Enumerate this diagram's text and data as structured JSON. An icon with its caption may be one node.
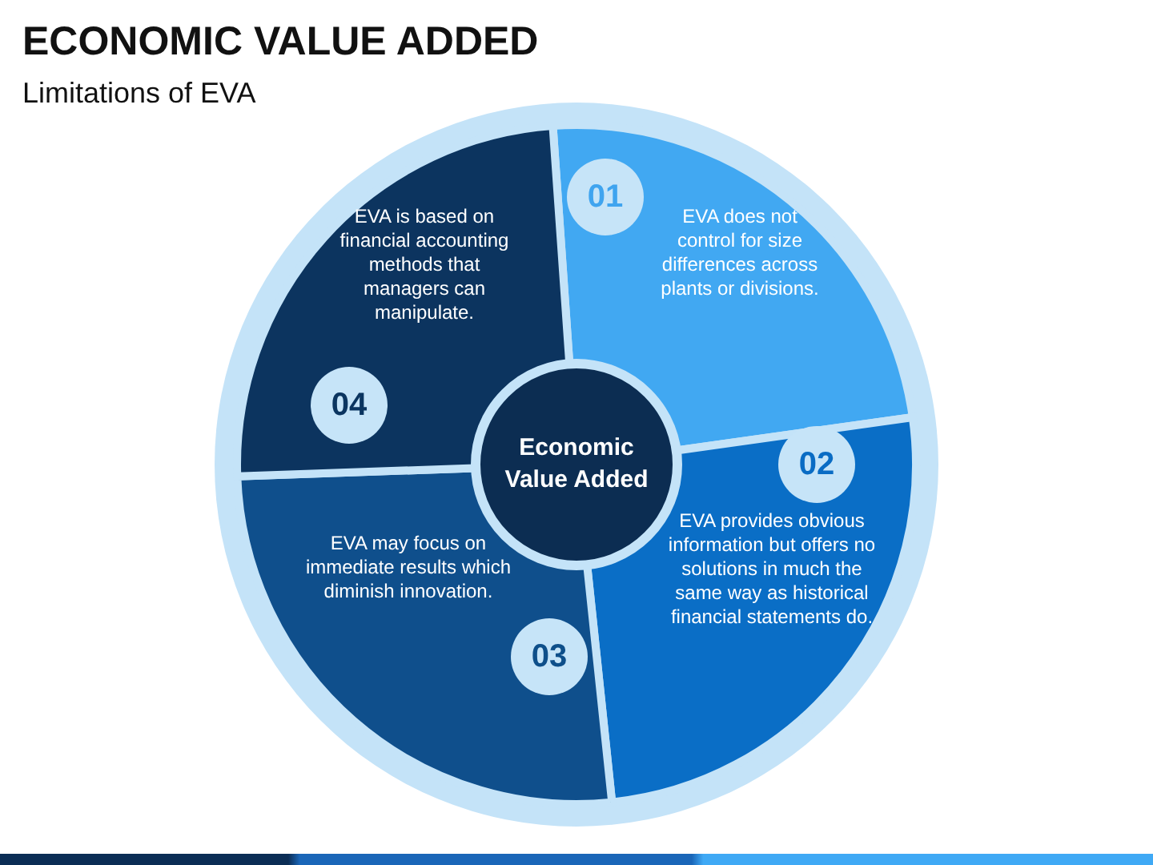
{
  "diagram": {
    "title": "ECONOMIC VALUE ADDED",
    "nodes": [
      {
        "text": [
          "01",
          "EVA does not control for size differences across plants or divisions."
        ]
      },
      {
        "text": [
          "02",
          "EVA provides obvious information but offers no solutions in much the same way as historical financial statements do."
        ]
      },
      {
        "text": [
          "EVA may focus on immediate results which diminish innovation.",
          "03"
        ]
      },
      {
        "text": [
          "EVA is based on financial accounting methods that managers can manipulate.",
          "04"
        ]
      },
      {
        "text": [
          "Economic Value Added"
        ]
      }
    ],
    "labels": [
      "Limitations of EVA"
    ]
  }
}
